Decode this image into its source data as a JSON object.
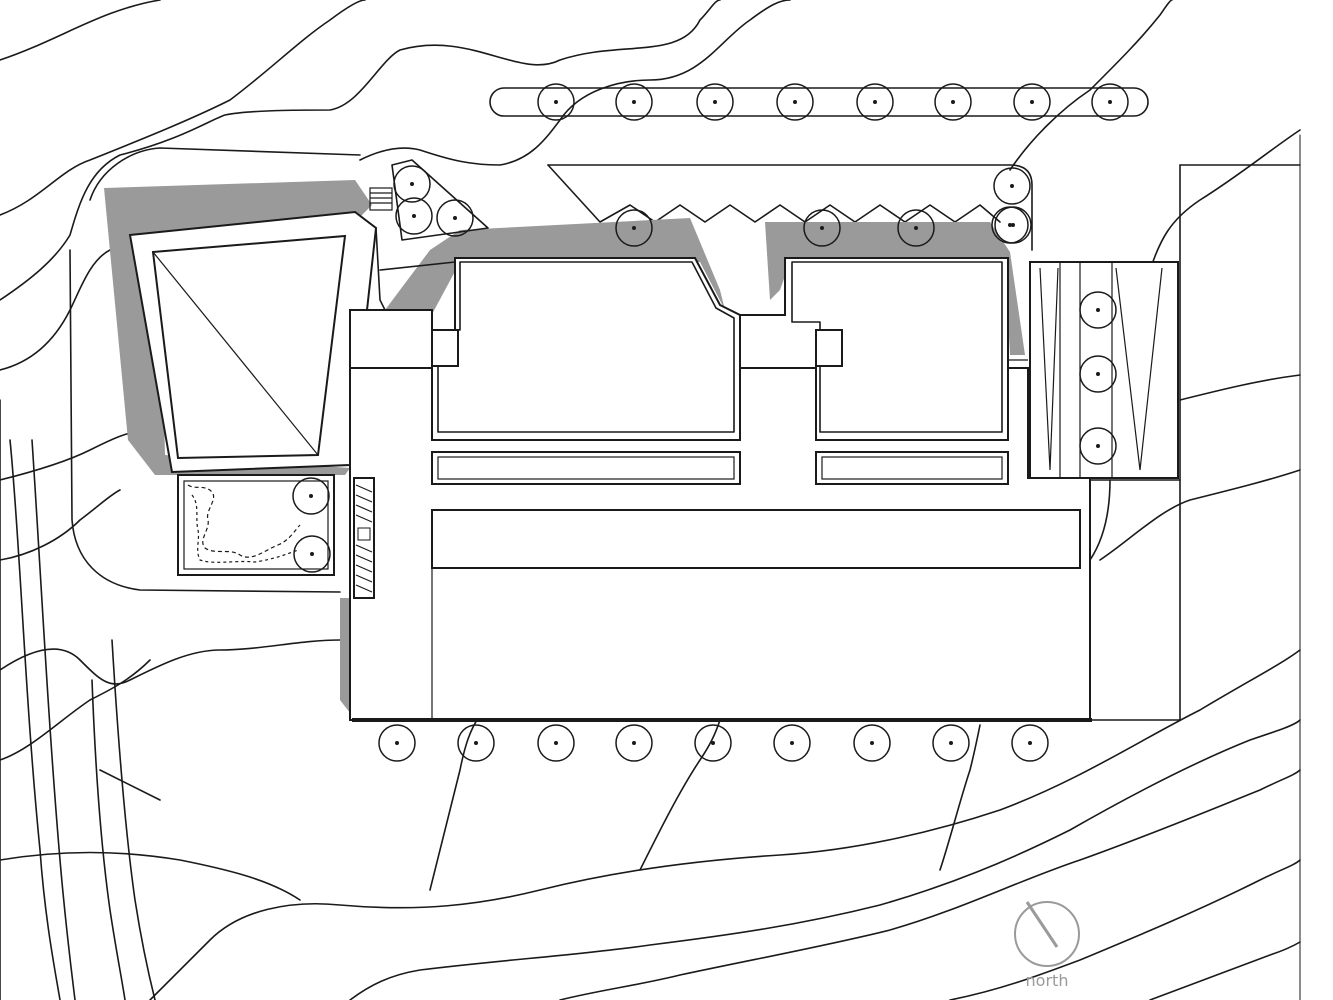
{
  "north_label": "north",
  "colors": {
    "line": "#1a1a1a",
    "shadow": "#9a9a9a",
    "background": "#ffffff",
    "north_arrow": "#9a9a9a"
  },
  "trees": {
    "top_row_count": 8,
    "facade_row_count": 4,
    "side_column_count": 3,
    "bottom_row_count": 9,
    "garden_count": 2,
    "corner_cluster_count": 5
  }
}
